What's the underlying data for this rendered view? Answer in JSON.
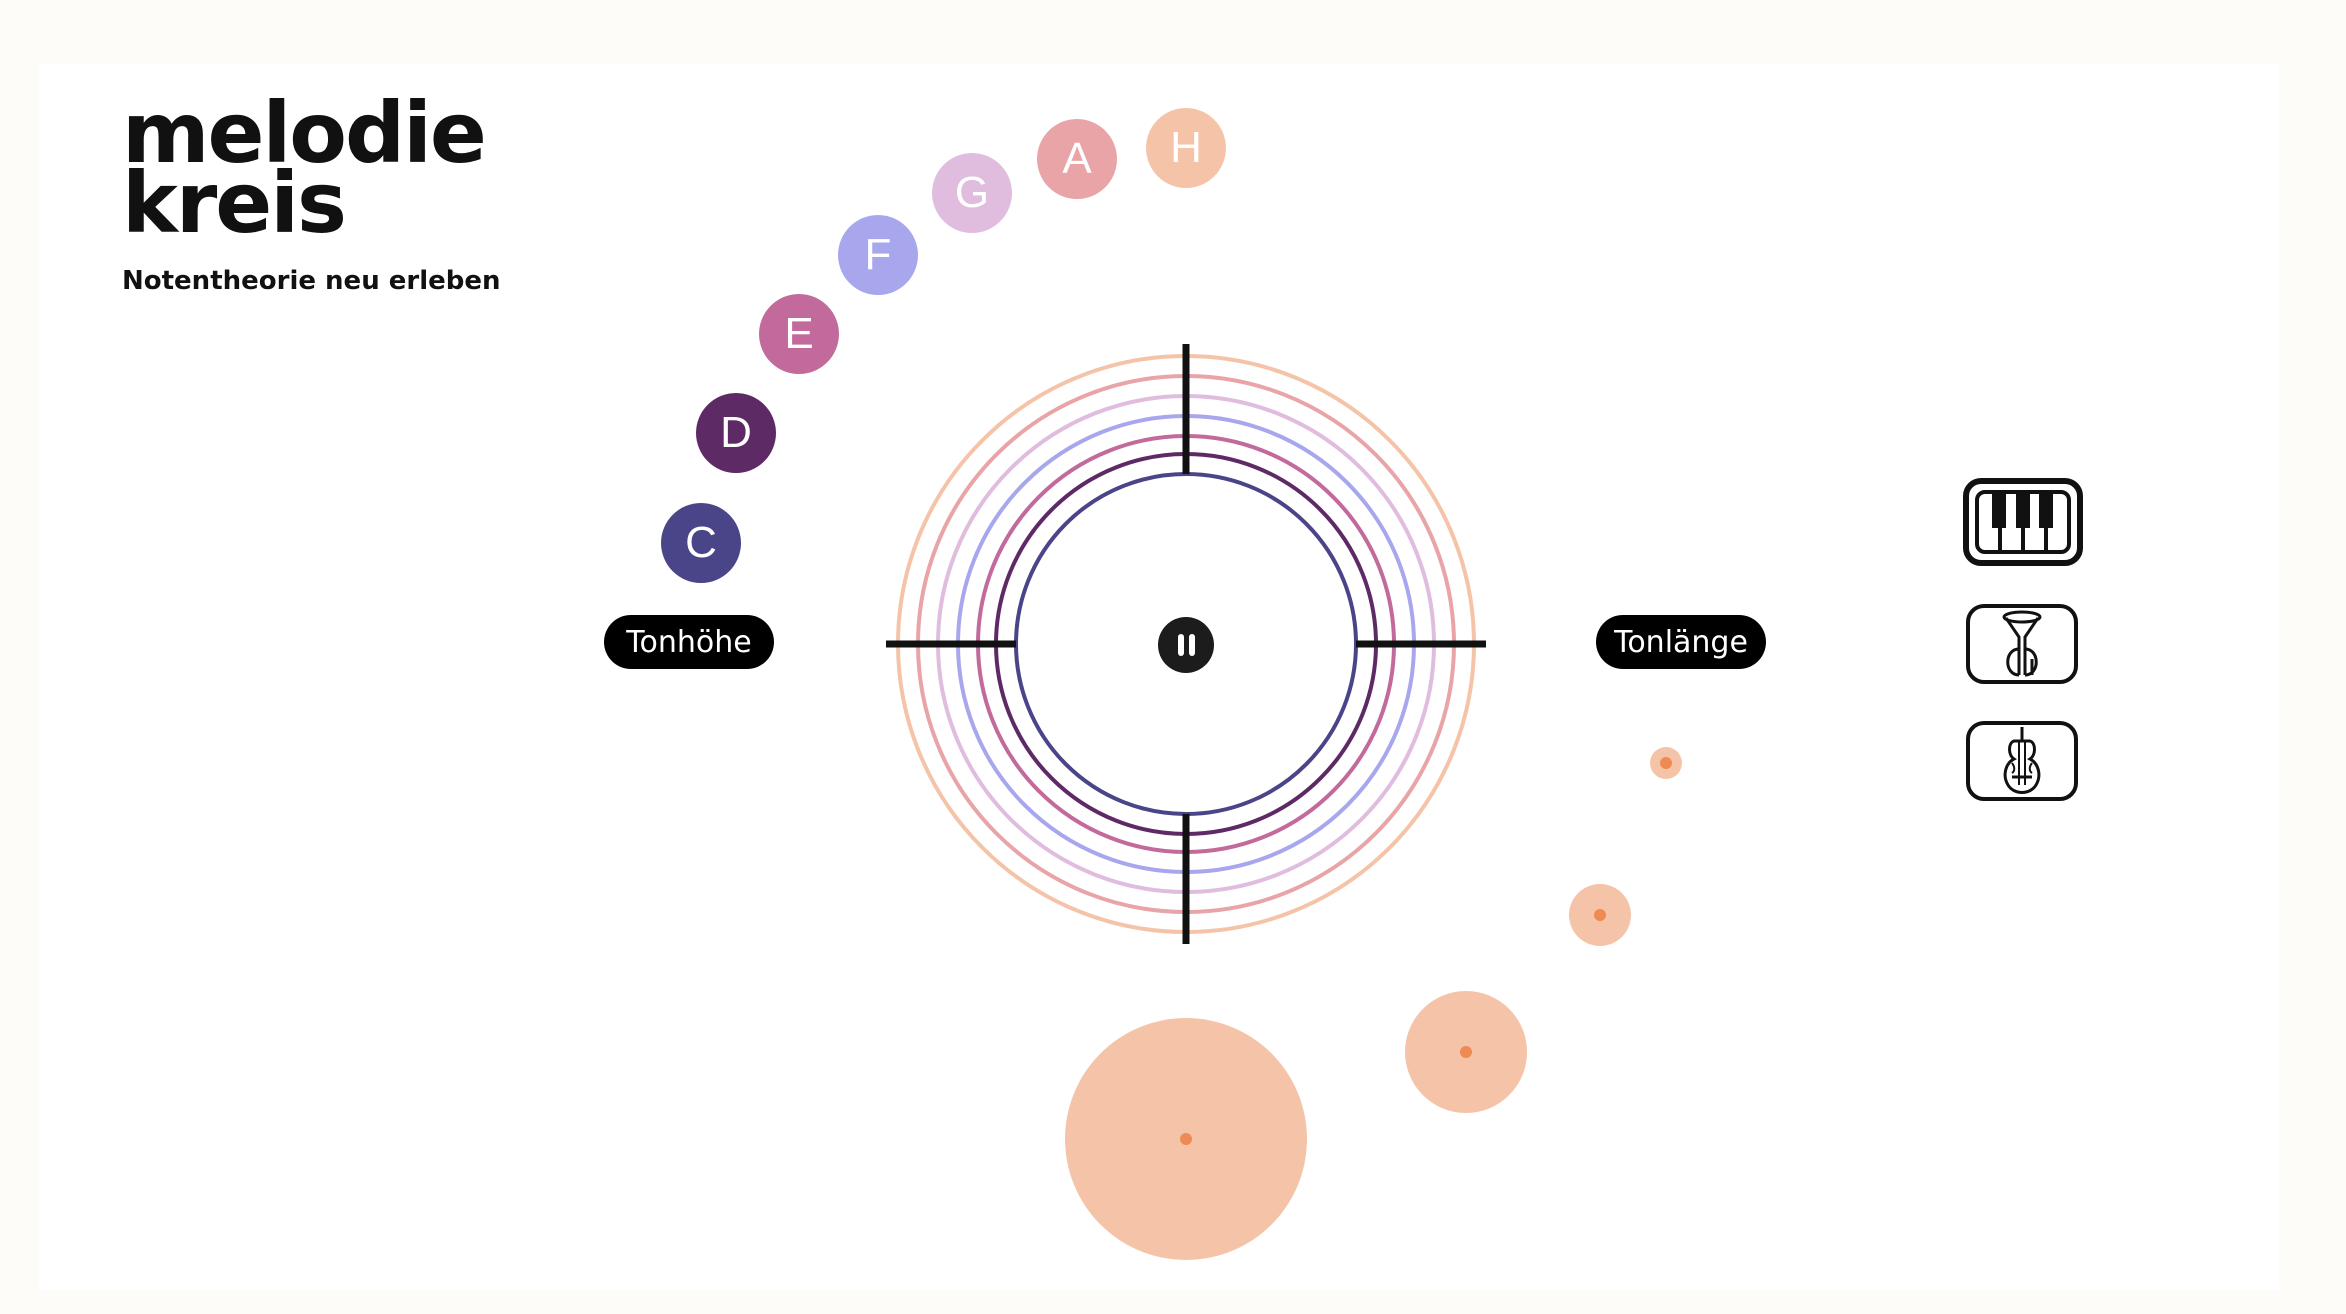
{
  "logo": {
    "line1": "melodie",
    "line2": "kreis",
    "tagline": "Notentheorie neu erleben"
  },
  "notes": [
    {
      "label": "C",
      "color": "#4a4488"
    },
    {
      "label": "D",
      "color": "#5e2a66"
    },
    {
      "label": "E",
      "color": "#c26a9c"
    },
    {
      "label": "F",
      "color": "#a8a7ee"
    },
    {
      "label": "G",
      "color": "#e0bddf"
    },
    {
      "label": "A",
      "color": "#e8a4a6"
    },
    {
      "label": "H",
      "color": "#f5c4a8"
    }
  ],
  "labels": {
    "pitch": "Tonhöhe",
    "duration": "Tonlänge"
  },
  "colors": {
    "duration_fill": "#f5c4a8",
    "duration_dot": "#ee8a52",
    "pause": "#1c1c1c"
  },
  "instruments": [
    {
      "name": "piano-icon",
      "active": true
    },
    {
      "name": "trumpet-icon",
      "active": false
    },
    {
      "name": "violin-icon",
      "active": false
    }
  ],
  "playback": {
    "state": "playing",
    "control": "pause"
  }
}
